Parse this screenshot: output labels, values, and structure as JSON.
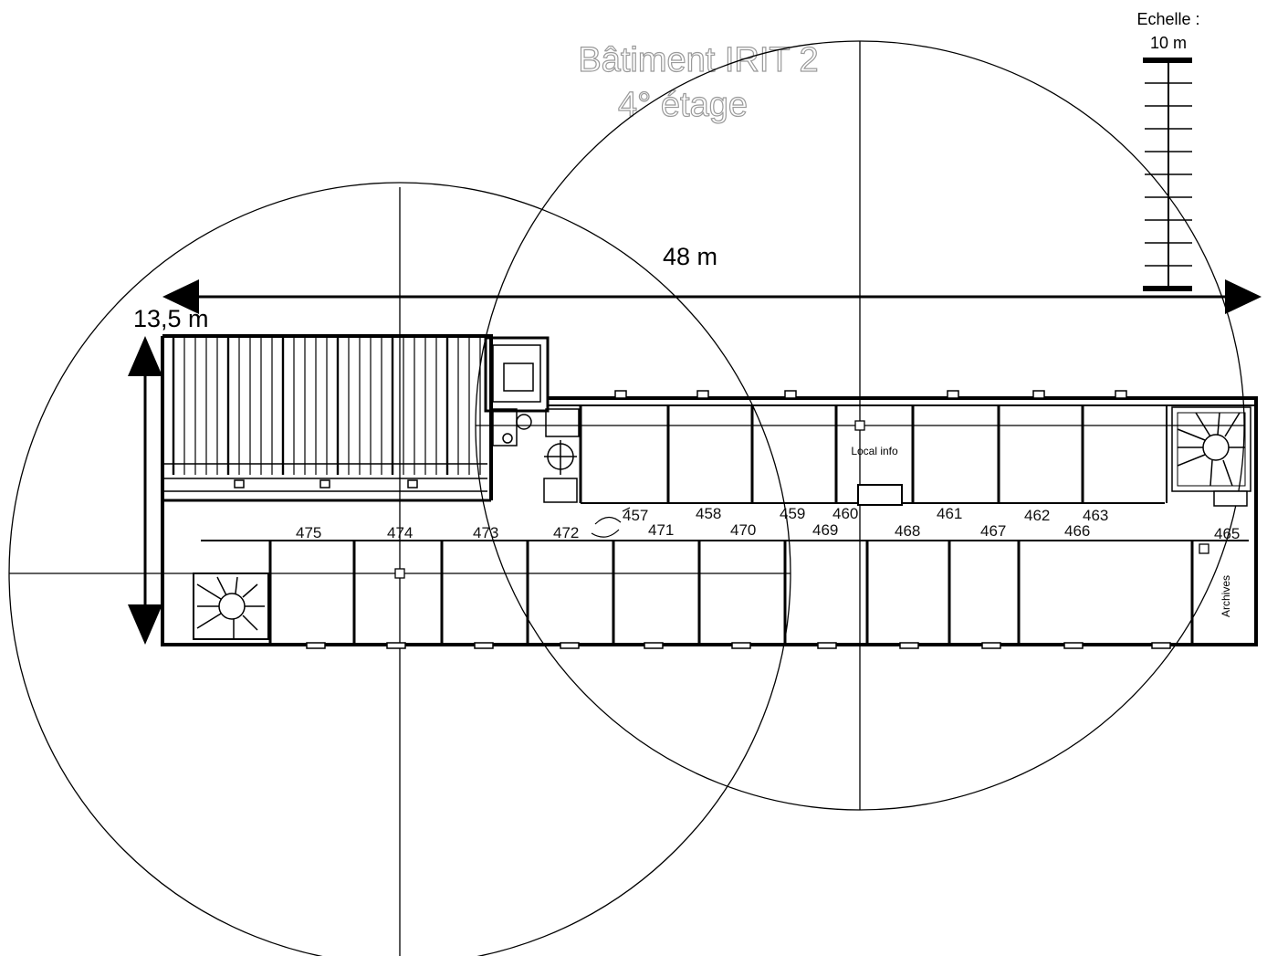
{
  "title": {
    "line1": "Bâtiment IRIT 2",
    "line2": "4° étage"
  },
  "scale": {
    "label": "Echelle :",
    "value": "10 m"
  },
  "dimensions": {
    "width_label": "48 m",
    "height_label": "13,5 m"
  },
  "labels": {
    "local_info": "Local info",
    "archives": "Archives"
  },
  "rooms_top": [
    "457",
    "458",
    "459",
    "460",
    "461",
    "462",
    "463"
  ],
  "rooms_bottom": [
    "475",
    "474",
    "473",
    "472",
    "471",
    "470",
    "469",
    "468",
    "467",
    "466",
    "465"
  ]
}
